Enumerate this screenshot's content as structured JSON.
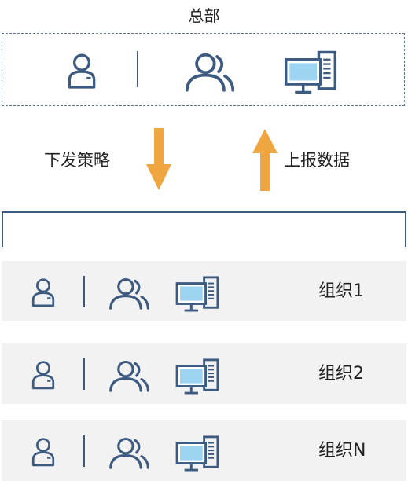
{
  "headquarters": {
    "title": "总部"
  },
  "flow": {
    "down_label": "下发策略",
    "up_label": "上报数据"
  },
  "organizations": [
    {
      "label": "组织1"
    },
    {
      "label": "组织2"
    },
    {
      "label": "组织N"
    }
  ],
  "colors": {
    "icon_stroke": "#3d5a80",
    "screen_fill": "#9dd4f2",
    "arrow": "#f0a640",
    "row_bg": "#f2f2f2"
  },
  "icons": [
    "user-icon",
    "user-group-icon",
    "computer-icon"
  ]
}
